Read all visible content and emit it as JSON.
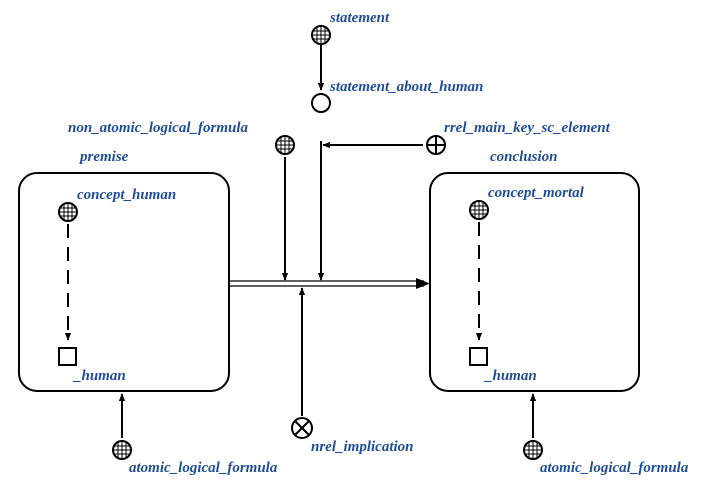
{
  "labels": {
    "statement": "statement",
    "statement_about_human": "statement_about_human",
    "non_atomic_logical_formula": "non_atomic_logical_formula",
    "rrel_main_key_sc_element": "rrel_main_key_sc_element",
    "premise": "premise",
    "conclusion": "conclusion",
    "concept_human": "concept_human",
    "concept_mortal": "concept_mortal",
    "human_left": "_human",
    "human_right": "_human",
    "nrel_implication": "nrel_implication",
    "atomic_left": "atomic_logical_formula",
    "atomic_right": "atomic_logical_formula"
  },
  "node_types": {
    "class_node": "grid-circle-icon",
    "plain_node": "empty-circle-icon",
    "role_relation": "circle-plus-icon",
    "nonrole_relation": "circle-x-icon",
    "variable_node": "square-node-icon"
  },
  "colors": {
    "label": "#1f4e96",
    "stroke": "#000000"
  }
}
